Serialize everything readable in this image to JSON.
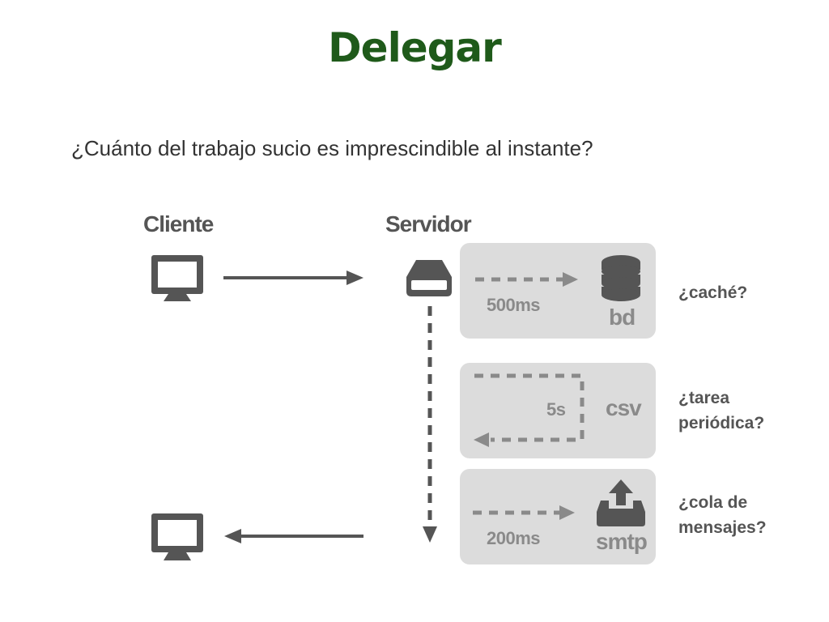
{
  "slide": {
    "title": "Delegar",
    "subtitle": "¿Cuánto del trabajo sucio es imprescindible al instante?"
  },
  "diagram": {
    "client_label": "Cliente",
    "server_label": "Servidor",
    "rows": [
      {
        "time": "500ms",
        "service": "bd",
        "question_line1": "¿caché?",
        "question_line2": ""
      },
      {
        "time": "5s",
        "service": "csv",
        "question_line1": "¿tarea",
        "question_line2": "periódica?"
      },
      {
        "time": "200ms",
        "service": "smtp",
        "question_line1": "¿cola de",
        "question_line2": "mensajes?"
      }
    ]
  },
  "colors": {
    "title": "#1f5a1a",
    "text": "#333333",
    "icon_dark": "#555555",
    "panel_bg": "#dcdcdc",
    "panel_text": "#8a8a8a"
  }
}
